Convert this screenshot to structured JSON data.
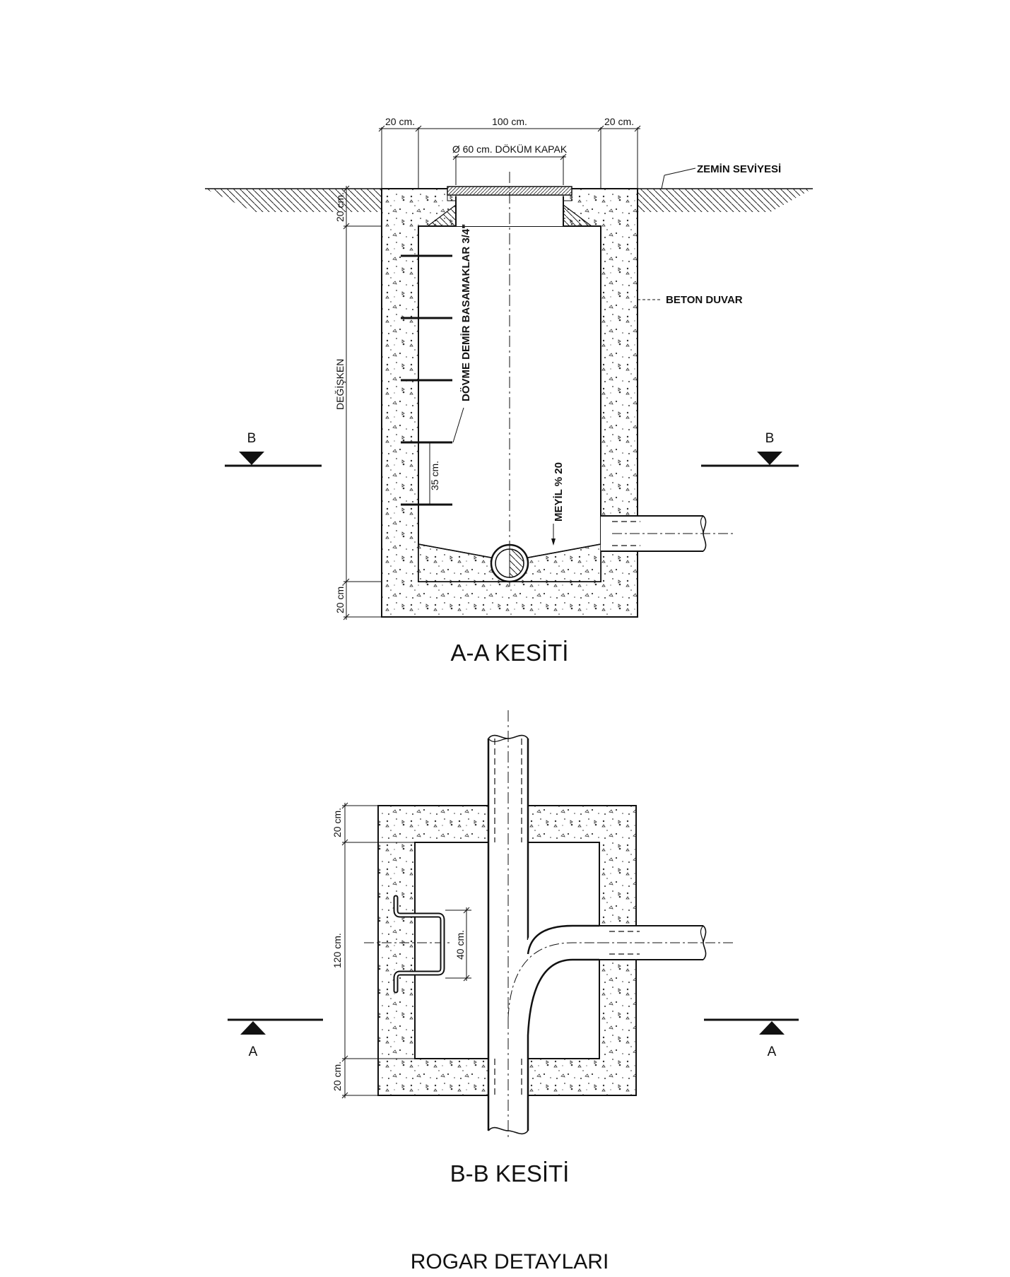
{
  "section_aa": {
    "title": "A-A KESİTİ",
    "dim_left_wall": "20 cm.",
    "dim_inner": "100 cm.",
    "dim_right_wall": "20 cm.",
    "cover_label": "Ø 60 cm. DÖKÜM KAPAK",
    "ground_label": "ZEMİN SEVİYESİ",
    "wall_label": "BETON DUVAR",
    "dim_top_slab": "20 cm.",
    "dim_variable": "DEĞİŞKEN",
    "dim_bottom_slab": "20 cm.",
    "ladder_label": "DÖVME DEMİR BASAMAKLAR 3/4\"",
    "step_spacing": "35 cm.",
    "slope_label": "MEYİL % 20",
    "cut_mark_left": "B",
    "cut_mark_right": "B"
  },
  "section_bb": {
    "title": "B-B KESİTİ",
    "dim_top_wall": "20 cm.",
    "dim_inner": "120 cm.",
    "dim_bottom_wall": "20 cm.",
    "ladder_width": "40 cm.",
    "cut_mark_left": "A",
    "cut_mark_right": "A"
  },
  "sheet_title": "ROGAR DETAYLARI"
}
